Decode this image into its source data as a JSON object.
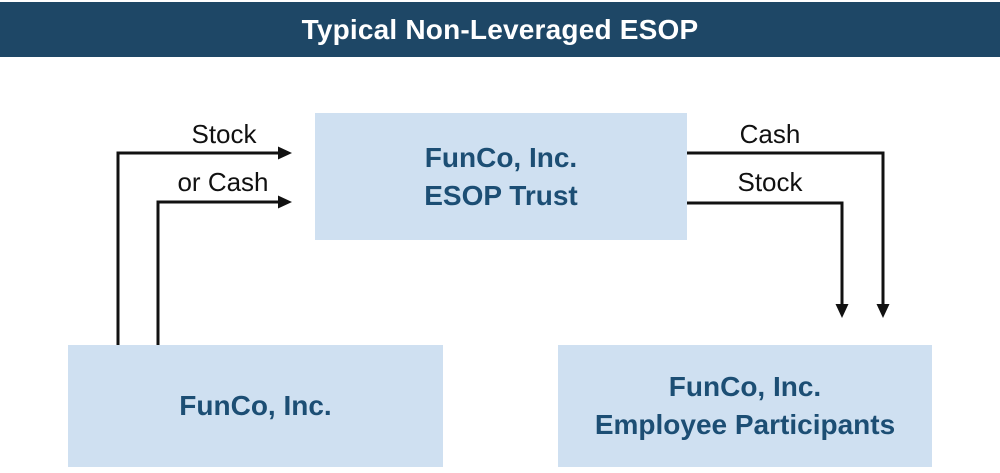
{
  "header": {
    "title": "Typical Non-Leveraged ESOP"
  },
  "boxes": {
    "trust": {
      "line1": "FunCo, Inc.",
      "line2": "ESOP Trust"
    },
    "company": {
      "line1": "FunCo, Inc."
    },
    "participants": {
      "line1": "FunCo, Inc.",
      "line2": "Employee Participants"
    }
  },
  "arrows": {
    "stock_in": "Stock",
    "cash_in": "or Cash",
    "cash_out": "Cash",
    "stock_out": "Stock"
  },
  "colors": {
    "header_bg": "#1e4766",
    "box_fill": "#cfe0f1",
    "box_text": "#1c4e74",
    "arrow": "#111111",
    "title_text": "#ffffff"
  }
}
